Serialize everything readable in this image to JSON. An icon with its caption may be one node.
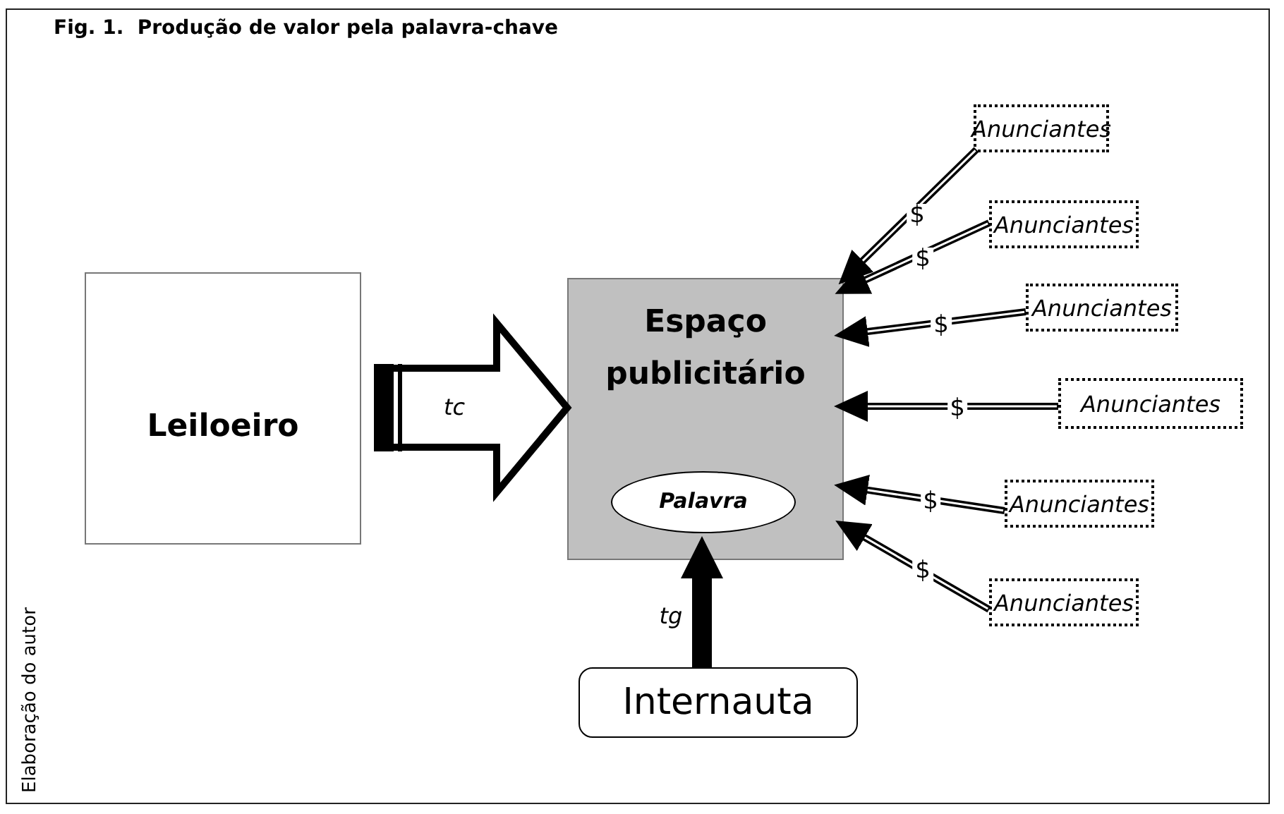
{
  "diagram": {
    "title": "Fig. 1.  Produção de valor pela palavra-chave",
    "nodes": [
      {
        "text": [
          "Leiloeiro"
        ]
      },
      {
        "text": [
          "Espaço publicitário"
        ]
      },
      {
        "text": [
          "Palavra"
        ],
        "in": 1
      },
      {
        "text": [
          "Internauta"
        ]
      },
      {
        "text": [
          "Anunciantes"
        ]
      },
      {
        "text": [
          "Anunciantes"
        ]
      },
      {
        "text": [
          "Anunciantes"
        ]
      },
      {
        "text": [
          "Anunciantes"
        ]
      },
      {
        "text": [
          "Anunciantes"
        ]
      },
      {
        "text": [
          "Anunciantes"
        ]
      }
    ],
    "edges": [
      {
        "from": 0,
        "to": 1,
        "arrow": "to",
        "label": "tc",
        "style": "thick"
      },
      {
        "from": 3,
        "to": 2,
        "arrow": "to",
        "label": "tg",
        "style": "thick"
      },
      {
        "from": 4,
        "to": 1,
        "arrow": "to",
        "label": "$"
      },
      {
        "from": 5,
        "to": 1,
        "arrow": "to",
        "label": "$"
      },
      {
        "from": 6,
        "to": 1,
        "arrow": "to",
        "label": "$"
      },
      {
        "from": 7,
        "to": 1,
        "arrow": "to",
        "label": "$"
      },
      {
        "from": 8,
        "to": 1,
        "arrow": "to",
        "label": "$"
      },
      {
        "from": 9,
        "to": 1,
        "arrow": "to",
        "label": "$"
      }
    ],
    "labels": [
      "Elaboração do autor"
    ]
  }
}
